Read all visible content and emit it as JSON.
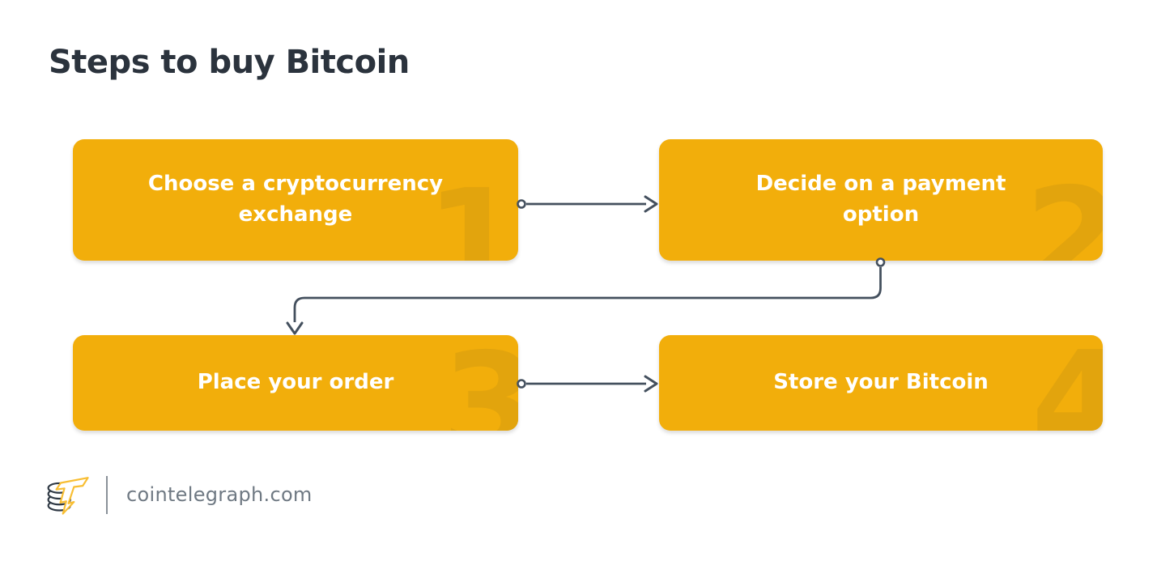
{
  "title": "Steps to buy Bitcoin",
  "steps": [
    {
      "number": "1",
      "label": "Choose a cryptocurrency exchange"
    },
    {
      "number": "2",
      "label": "Decide on a payment option"
    },
    {
      "number": "3",
      "label": "Place your order"
    },
    {
      "number": "4",
      "label": "Store your Bitcoin"
    }
  ],
  "connections": [
    {
      "from": "1",
      "to": "2",
      "shape": "straight-right"
    },
    {
      "from": "2",
      "to": "3",
      "shape": "down-left-down"
    },
    {
      "from": "3",
      "to": "4",
      "shape": "straight-right"
    }
  ],
  "footer": {
    "site_text": "cointelegraph.com",
    "logo": "cointelegraph-coin-stack-with-lightning-bolt"
  },
  "colors": {
    "box_fill": "#F2AE0B",
    "ghost_number": "#E2A40D",
    "box_label": "#FFFFFF",
    "connector": "#44505E",
    "title": "#2B333D",
    "footer_text": "#6F7983",
    "divider": "#8A9199",
    "logo_coin": "#2F3944",
    "logo_bolt": "#F8BE33",
    "background": "#FFFFFF"
  }
}
